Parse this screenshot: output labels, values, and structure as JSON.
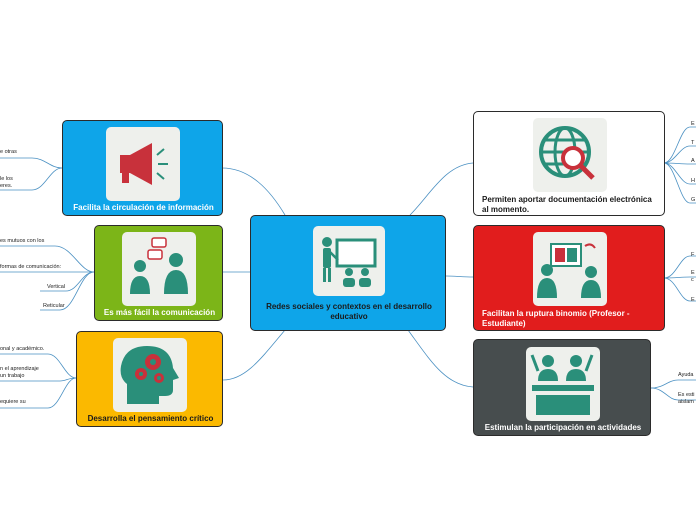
{
  "center": {
    "title": "Redes sociales y contextos en el desarrollo educativo",
    "color": "#0ea5e9"
  },
  "left": [
    {
      "title": "Facilita la circulación de información",
      "color": "#0ea5e9",
      "leaves": [
        "e otras",
        "le los",
        "eres."
      ]
    },
    {
      "title": "Es más fácil la comunicación",
      "color": "#7cb518",
      "leaves": [
        "es mutuos con los",
        "formas de comunicación:",
        "Vertical",
        "Reticular"
      ]
    },
    {
      "title": "Desarrolla el pensamiento crítico",
      "color": "#fbb900",
      "leaves": [
        "onal y académico.",
        "n el aprendizaje",
        "un trabajo",
        "equiere su"
      ]
    }
  ],
  "right": [
    {
      "title": "Permiten aportar documentación electrónica al momento.",
      "color": "#ffffff",
      "leaves": [
        "E",
        "T",
        "A",
        "H",
        "G"
      ]
    },
    {
      "title": "Facilitan la ruptura binomio (Profesor - Estudiante)",
      "color": "#e11d1d",
      "leaves": [
        "F",
        "E",
        "c",
        "E"
      ]
    },
    {
      "title": "Estimulan la participación en actividades",
      "color": "#474d4e",
      "leaves": [
        "Ayuda",
        "Es esti",
        "aislam"
      ]
    }
  ],
  "icons": {
    "center": "classroom-icon",
    "left": [
      "megaphone-icon",
      "chat-people-icon",
      "gears-head-icon"
    ],
    "right": [
      "globe-search-icon",
      "video-call-icon",
      "participation-icon"
    ]
  }
}
